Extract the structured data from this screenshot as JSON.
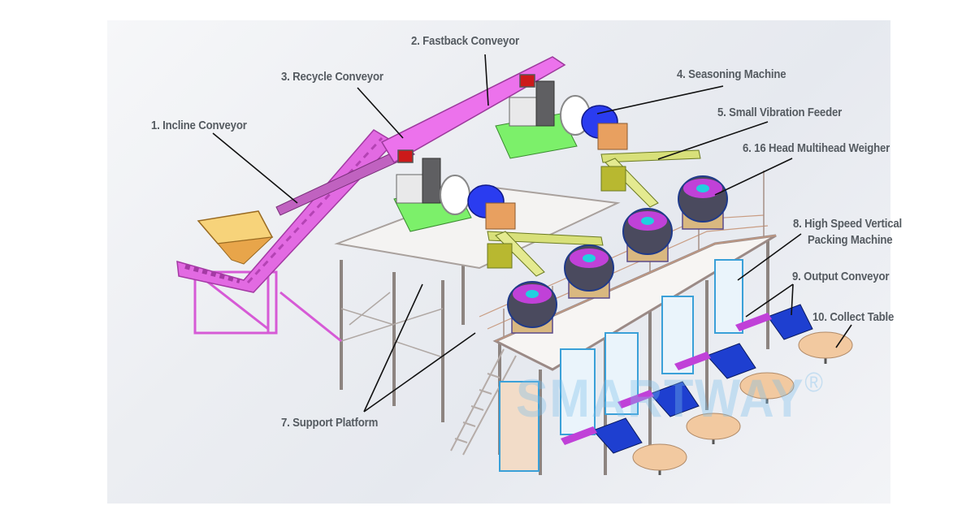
{
  "diagram": {
    "type": "isometric-production-line",
    "watermark": "SMARTWAY",
    "watermark_mark": "®",
    "colors": {
      "label_text": "#555b61",
      "leader_line": "#111111",
      "conveyor_magenta": "#e060e0",
      "seasoning_blue": "#2a3cf0",
      "feeder_yellow": "#d8e07a",
      "platform_frame": "#9b8a86",
      "table_top": "#f2c9a0",
      "output_belt": "#1e3fd0",
      "weigher_cyan": "#20d0e0",
      "support_green": "#7ef26a"
    },
    "labels": [
      {
        "id": 1,
        "text": "1. Incline Conveyor"
      },
      {
        "id": 2,
        "text": "2. Fastback Conveyor"
      },
      {
        "id": 3,
        "text": "3. Recycle Conveyor"
      },
      {
        "id": 4,
        "text": "4. Seasoning Machine"
      },
      {
        "id": 5,
        "text": "5. Small Vibration Feeder"
      },
      {
        "id": 6,
        "text": "6. 16 Head Multihead Weigher"
      },
      {
        "id": 7,
        "text": "7. Support Platform"
      },
      {
        "id": 8,
        "text": "8. High Speed Vertical",
        "text2": "Packing Machine"
      },
      {
        "id": 9,
        "text": "9. Output Conveyor"
      },
      {
        "id": 10,
        "text": "10. Collect Table"
      }
    ]
  }
}
